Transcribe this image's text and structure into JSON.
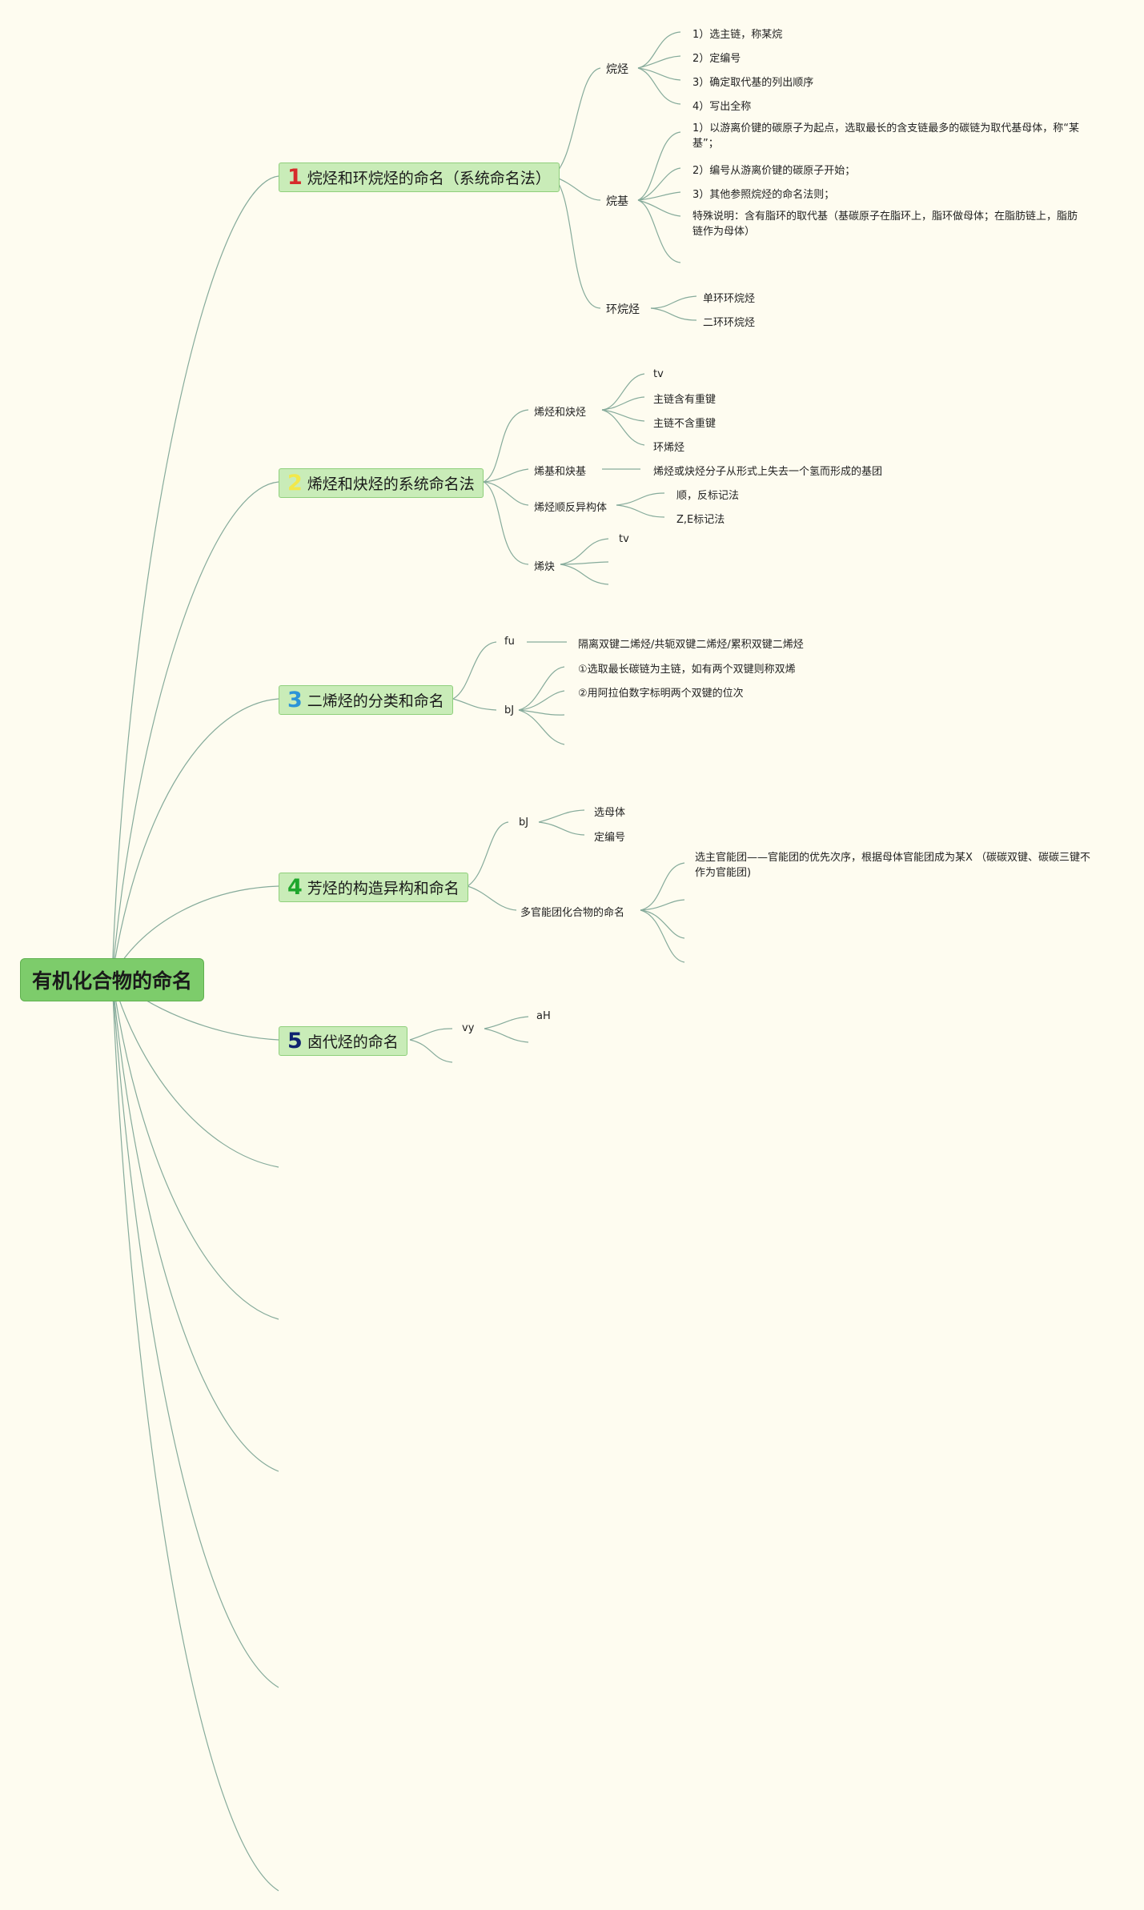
{
  "root": "有机化合物的命名",
  "topics": [
    {
      "num": "1",
      "label": "烷烃和环烷烃的命名（系统命名法）",
      "children": [
        {
          "label": "烷烃",
          "items": [
            "1）选主链，称某烷",
            "2）定编号",
            "3）确定取代基的列出顺序",
            "4）写出全称"
          ]
        },
        {
          "label": "烷基",
          "items": [
            "1）以游离价键的碳原子为起点，选取最长的含支链最多的碳链为取代基母体，称“某基”；",
            "2）编号从游离价键的碳原子开始；",
            "3）其他参照烷烃的命名法则；",
            "特殊说明：含有脂环的取代基（基碳原子在脂环上，脂环做母体；在脂肪链上，脂肪链作为母体）"
          ]
        },
        {
          "label": "环烷烃",
          "items": [
            "单环环烷烃",
            "二环环烷烃"
          ]
        }
      ]
    },
    {
      "num": "2",
      "label": "烯烃和炔烃的系统命名法",
      "children": [
        {
          "label": "烯烃和炔烃",
          "items": [
            "tv",
            "主链含有重键",
            "主链不含重键",
            "环烯烃"
          ]
        },
        {
          "label": "烯基和炔基",
          "items": [
            "烯烃或炔烃分子从形式上失去一个氢而形成的基团"
          ]
        },
        {
          "label": "烯烃顺反异构体",
          "items": [
            "顺，反标记法",
            "Z,E标记法"
          ]
        },
        {
          "label": "烯炔",
          "items": [
            "tv"
          ]
        }
      ]
    },
    {
      "num": "3",
      "label": "二烯烃的分类和命名",
      "children": [
        {
          "label": "fu",
          "items": [
            "隔离双键二烯烃/共轭双键二烯烃/累积双键二烯烃"
          ]
        },
        {
          "label": "bJ",
          "items": [
            "①选取最长碳链为主链，如有两个双键则称双烯",
            "②用阿拉伯数字标明两个双键的位次"
          ]
        }
      ]
    },
    {
      "num": "4",
      "label": "芳烃的构造异构和命名",
      "children": [
        {
          "label": "bJ",
          "items": [
            "选母体",
            "定编号"
          ]
        },
        {
          "label": "多官能团化合物的命名",
          "items": [
            "选主官能团——官能团的优先次序，根据母体官能团成为某X （碳碳双键、碳碳三键不作为官能团)"
          ]
        }
      ]
    },
    {
      "num": "5",
      "label": "卤代烃的命名",
      "children": [
        {
          "label": "vy",
          "items": [
            "aH"
          ]
        }
      ]
    }
  ],
  "colors": {
    "line": "#86ab9b",
    "root_bg": "#7dcc6b",
    "topic_bg": "#c9ecb8",
    "background": "#fefcf0"
  }
}
